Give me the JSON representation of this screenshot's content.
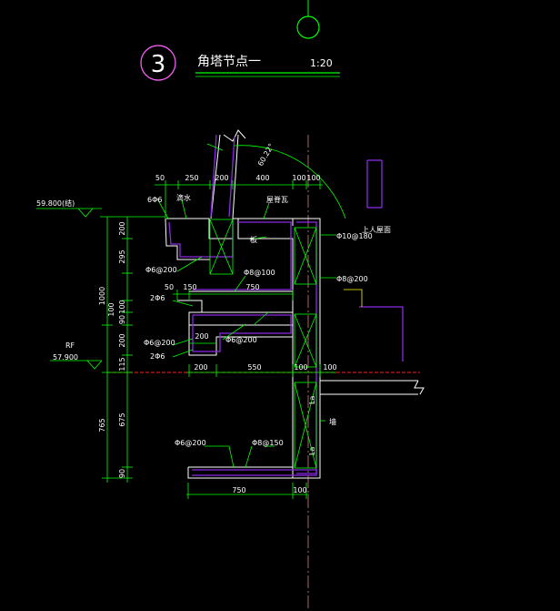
{
  "title": {
    "number": "3",
    "text": "角塔节点一",
    "scale": "1:20"
  },
  "colors": {
    "background": "#000000",
    "dimension": "#00ff00",
    "outline": "#ffffff",
    "rebar": "#8a2be2",
    "section_line": "#ff2020",
    "axis": "#d08080",
    "title_circle": "#ff66ff",
    "callout_line": "#ffff00"
  },
  "labels": {
    "elevation_top": "59.800(结)",
    "elevation_rf_tag": "RF",
    "elevation_rf": "57.900",
    "angle": "60.22°",
    "water_drip": "滴水",
    "tag_6a6": "6Φ6",
    "ridge_tile": "屋脊瓦",
    "slab": "板",
    "upper_roof": "上人屋面",
    "rebar_10_180": "Φ10@180",
    "rebar_8_200_right": "Φ8@200",
    "rebar_6_200_a": "Φ6@200",
    "rebar_8_100": "Φ8@100",
    "tag_2a6_a": "2Φ6",
    "rebar_6_200_b": "Φ6@200",
    "rebar_6_200_mid": "Φ6@200",
    "tag_2a6_b": "2Φ6",
    "rebar_6_200_bottom": "Φ6@200",
    "rebar_8_150": "Φ8@150",
    "wall": "墙",
    "la_1": "La",
    "la_2": "La"
  },
  "dimensions": {
    "top_row": [
      "50",
      "250",
      "200",
      "400",
      "100",
      "100"
    ],
    "mid_row": [
      "50",
      "150",
      "750"
    ],
    "lower_row": [
      "200",
      "550",
      "100",
      "100"
    ],
    "bottom_row": [
      "750",
      "100"
    ],
    "inner_small": "200",
    "left_outer": "1000",
    "left_inner_top": [
      "200",
      "295",
      "100",
      "90",
      "200",
      "115"
    ],
    "left_lower": [
      "765",
      "675",
      "90"
    ],
    "left_mid_short": "100"
  }
}
